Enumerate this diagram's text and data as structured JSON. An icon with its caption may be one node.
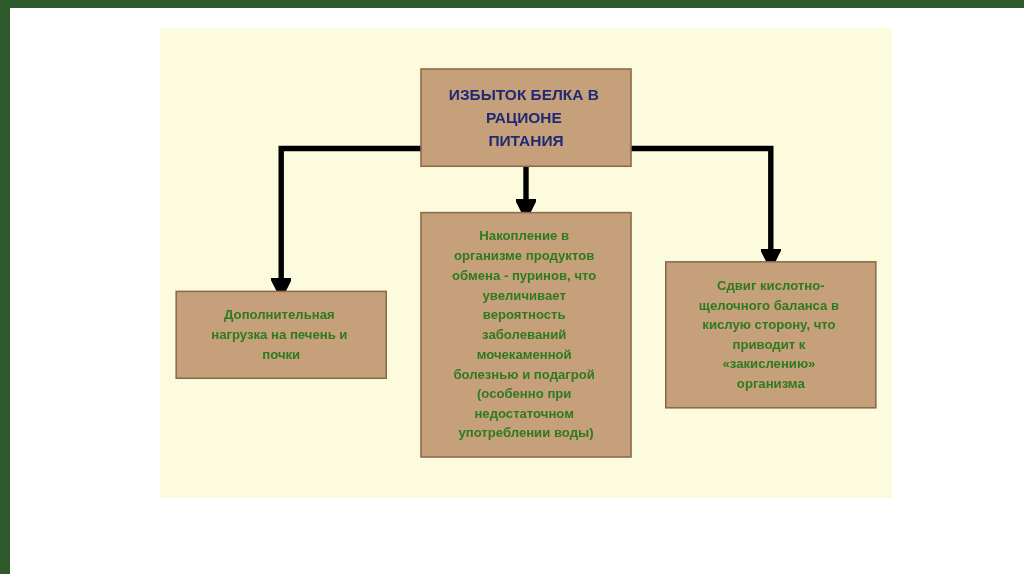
{
  "diagram": {
    "nodes": [
      {
        "text": [
          "ИЗБЫТОК БЕЛКА В РАЦИОНЕ ПИТАНИЯ"
        ]
      },
      {
        "text": [
          "Дополнительная нагрузка на печень и почки"
        ]
      },
      {
        "text": [
          "Накопление в организме продуктов обмена - пуринов, что увеличивает вероятность заболеваний мочекаменной болезнью и подагрой (особенно при недостаточном употреблении воды)"
        ]
      },
      {
        "text": [
          "Сдвиг кислотно-щелочного баланса в кислую сторону, что приводит к «закислению» организма"
        ]
      }
    ],
    "edges": [
      {
        "from": 0,
        "to": 1,
        "arrow": "to"
      },
      {
        "from": 0,
        "to": 2,
        "arrow": "to"
      },
      {
        "from": 0,
        "to": 3,
        "arrow": "to"
      }
    ]
  }
}
